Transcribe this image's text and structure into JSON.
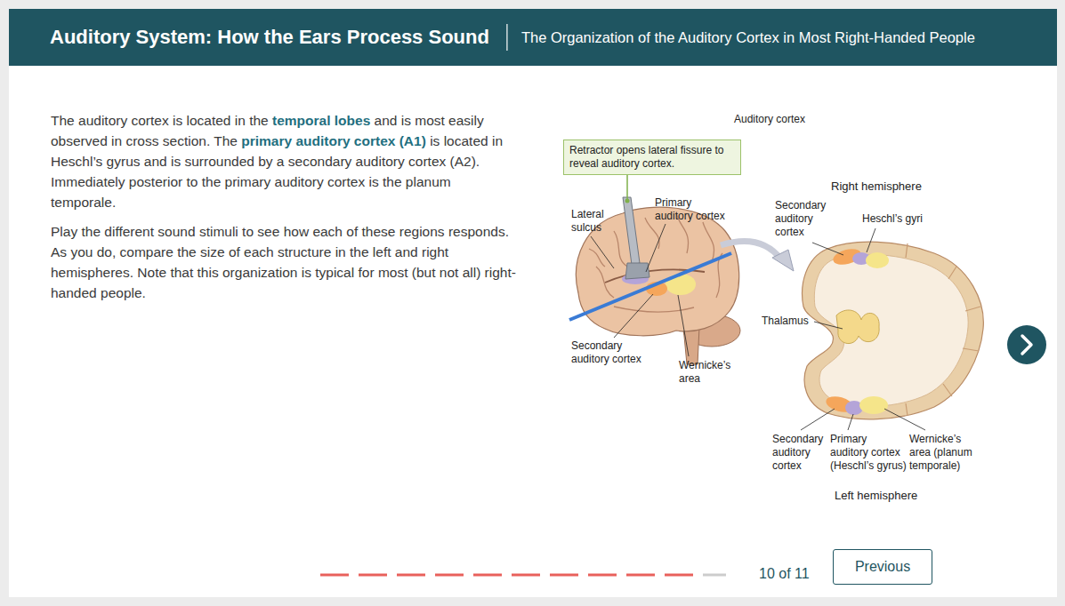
{
  "diagram": {
    "title": "Auditory System: How the Ears Process Sound",
    "nodes": [
      {
        "text": [
          "Retractor opens lateral fissure to reveal auditory cortex."
        ]
      },
      {
        "text": [
          "Previous"
        ]
      }
    ],
    "labels": [
      "The Organization of the Auditory Cortex in Most Right-Handed People",
      "The auditory cortex is located in the",
      "temporal lobes",
      "and is most easily observed in cross section. The",
      "primary auditory cortex (A1)",
      "is located in Heschl’s gyrus and is surrounded by a secondary auditory cortex (A2). Immediately posterior to the primary auditory cortex is the planum temporale.",
      "Play the different sound stimuli to see how each of these regions responds. As you do, compare the size of each structure in the left and right hemispheres. Note that this organization is typical for most (but not all) right-handed people.",
      "Auditory cortex",
      "Lateral sulcus",
      "Primary auditory cortex",
      "Secondary auditory cortex",
      "Wernicke’s area",
      "Right hemisphere",
      "Secondary auditory cortex",
      "Heschl’s gyri",
      "Thalamus",
      "Secondary auditory cortex",
      "Primary auditory cortex (Heschl’s gyrus)",
      "Wernicke’s area (planum temporale)",
      "Left hemisphere",
      "10 of 11"
    ]
  }
}
